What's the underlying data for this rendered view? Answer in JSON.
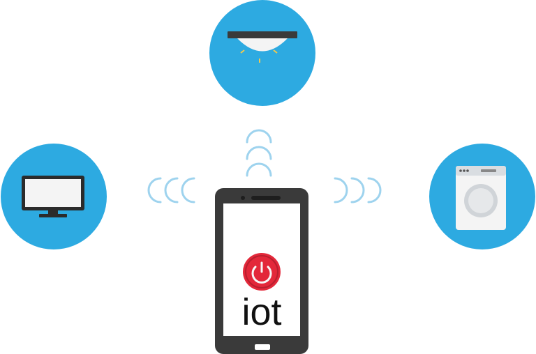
{
  "colors": {
    "device_circle": "#2DAAE1",
    "wave": "#9ED3EE",
    "phone_body": "#3A3A3A",
    "power_button": "#E3283A",
    "appliance_white": "#F4F4F4"
  },
  "devices": [
    {
      "name": "ceiling-light",
      "icon": "ceiling-lamp-icon"
    },
    {
      "name": "monitor",
      "icon": "tv-monitor-icon"
    },
    {
      "name": "washing-machine",
      "icon": "washing-machine-icon"
    }
  ],
  "phone": {
    "label": "iot",
    "power_icon": "power-icon"
  }
}
